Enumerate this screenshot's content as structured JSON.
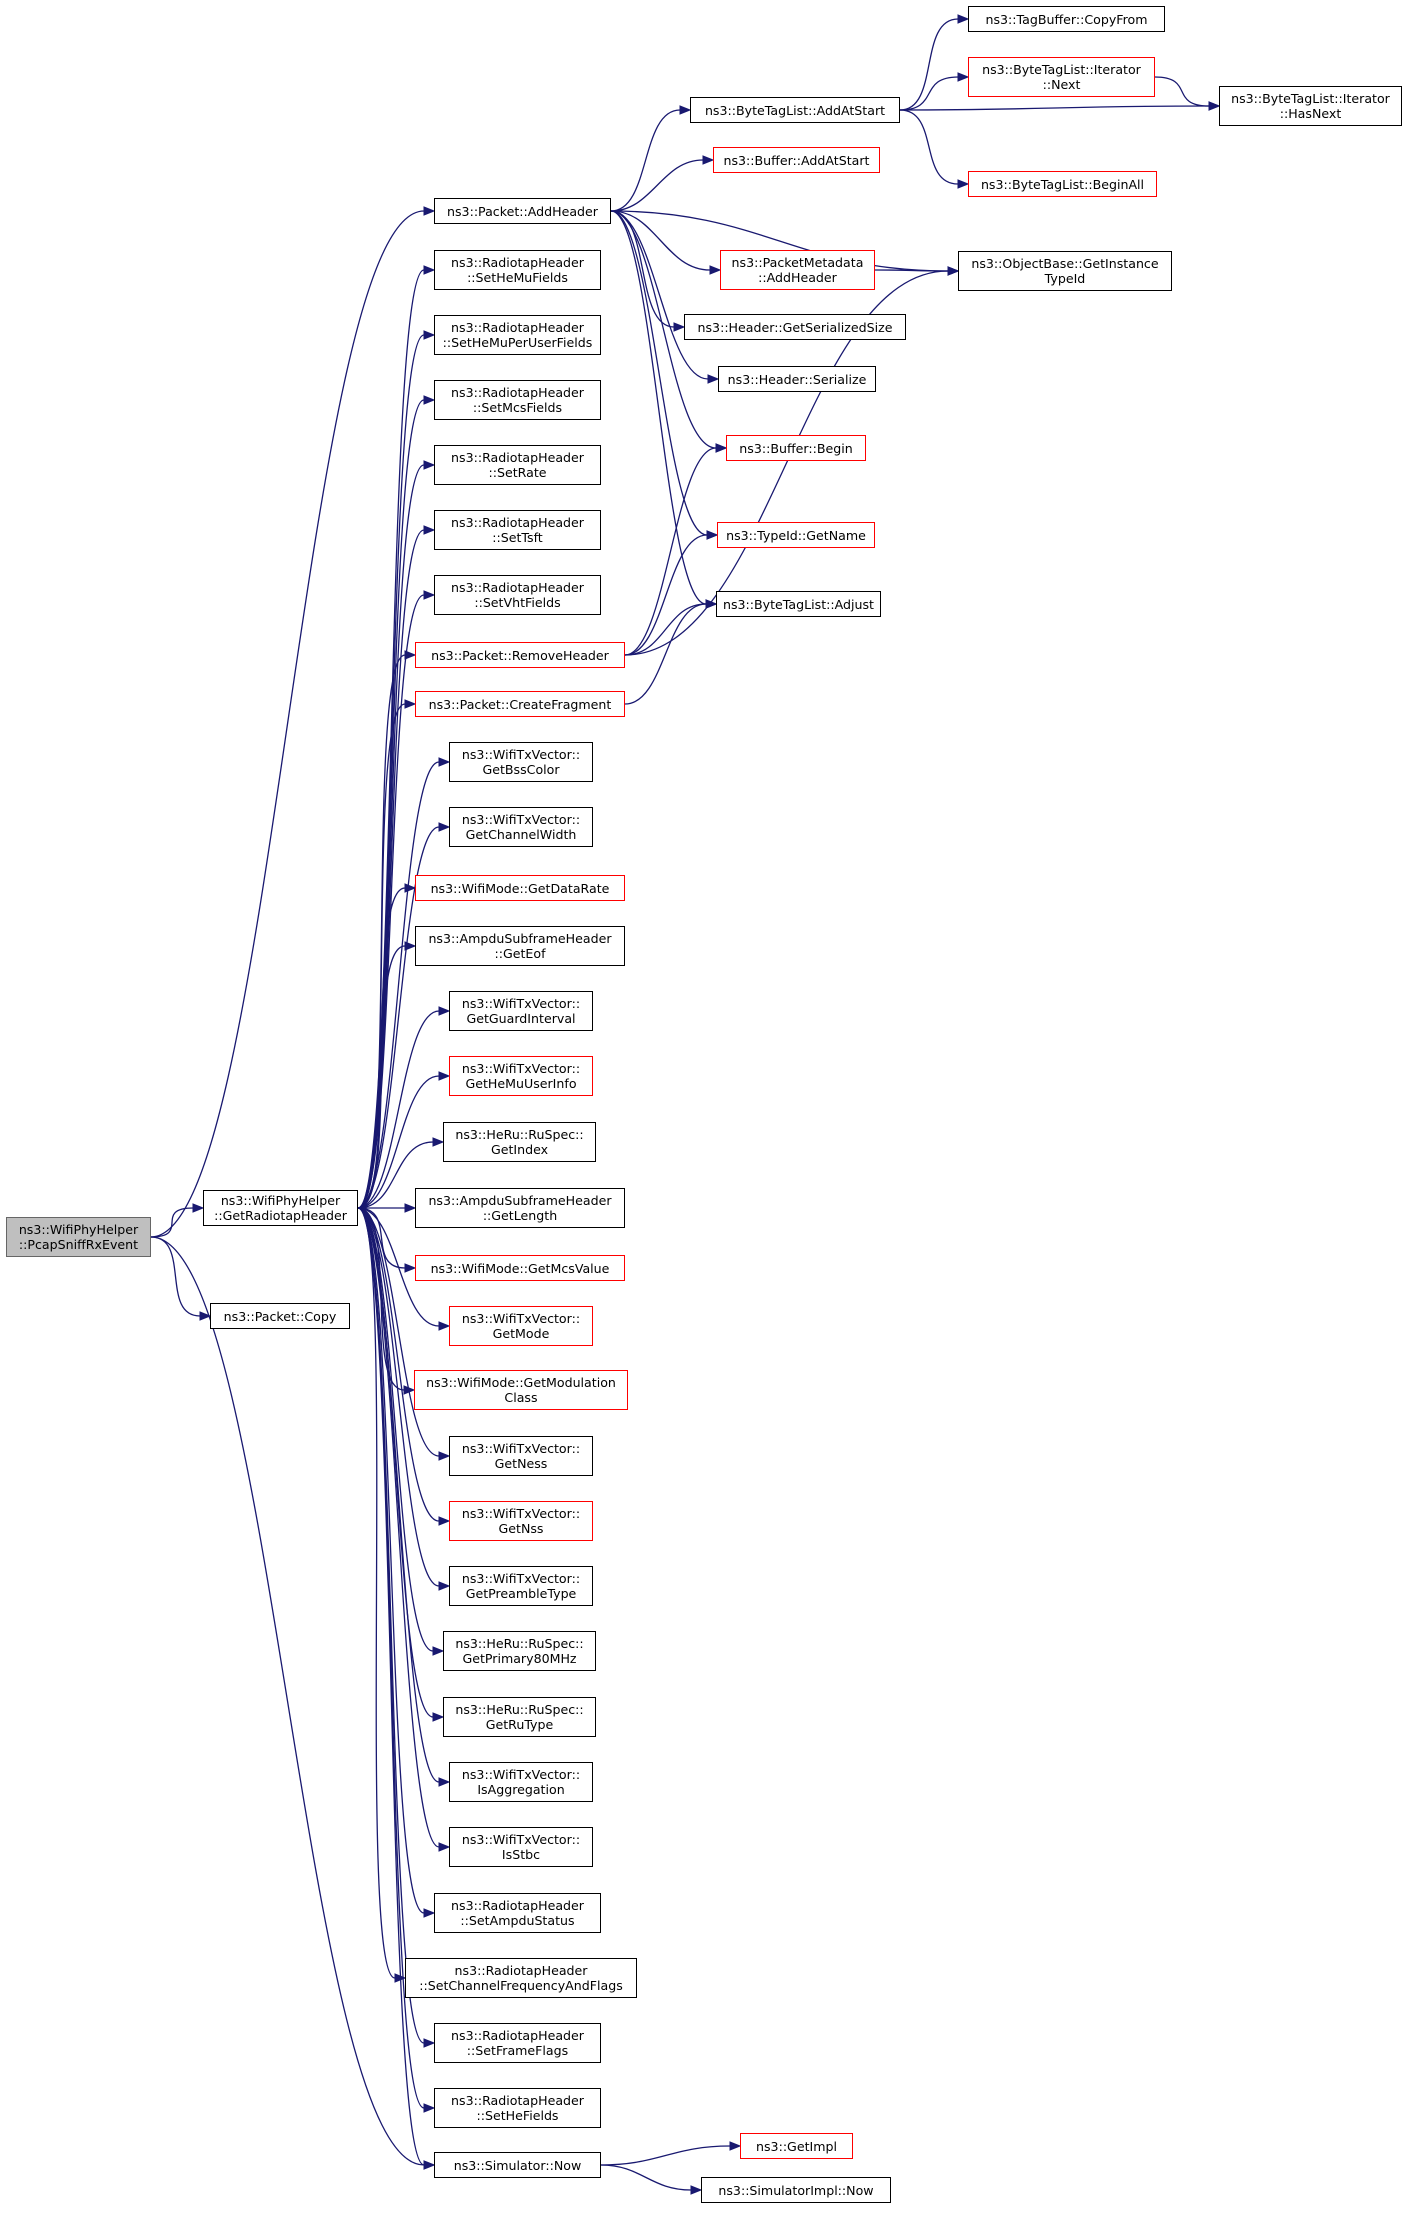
{
  "colors": {
    "edge": "#191970",
    "node_border": "#000000",
    "incomplete_border": "#ff0000",
    "root_fill": "#bfbfbf"
  },
  "nodes": [
    {
      "id": "pcapsniffrxevent",
      "lines": [
        "ns3::WifiPhyHelper",
        "::PcapSniffRxEvent"
      ],
      "style": "root"
    },
    {
      "id": "getradiotapheader",
      "lines": [
        "ns3::WifiPhyHelper",
        "::GetRadiotapHeader"
      ],
      "style": "normal"
    },
    {
      "id": "packet-copy",
      "lines": [
        "ns3::Packet::Copy"
      ],
      "style": "normal"
    },
    {
      "id": "packet-addheader",
      "lines": [
        "ns3::Packet::AddHeader"
      ],
      "style": "normal"
    },
    {
      "id": "bytetaglist-addatstart",
      "lines": [
        "ns3::ByteTagList::AddAtStart"
      ],
      "style": "normal"
    },
    {
      "id": "tagbuffer-copyfrom",
      "lines": [
        "ns3::TagBuffer::CopyFrom"
      ],
      "style": "normal"
    },
    {
      "id": "bytetaglist-iterator-next",
      "lines": [
        "ns3::ByteTagList::Iterator",
        "::Next"
      ],
      "style": "red"
    },
    {
      "id": "bytetaglist-iterator-hasnext",
      "lines": [
        "ns3::ByteTagList::Iterator",
        "::HasNext"
      ],
      "style": "normal"
    },
    {
      "id": "bytetaglist-beginall",
      "lines": [
        "ns3::ByteTagList::BeginAll"
      ],
      "style": "red"
    },
    {
      "id": "buffer-addatstart",
      "lines": [
        "ns3::Buffer::AddAtStart"
      ],
      "style": "red"
    },
    {
      "id": "packetmetadata-addheader",
      "lines": [
        "ns3::PacketMetadata",
        "::AddHeader"
      ],
      "style": "red"
    },
    {
      "id": "objectbase-getinstancetypeid",
      "lines": [
        "ns3::ObjectBase::GetInstance",
        "TypeId"
      ],
      "style": "normal"
    },
    {
      "id": "header-getserializedsize",
      "lines": [
        "ns3::Header::GetSerializedSize"
      ],
      "style": "normal"
    },
    {
      "id": "header-serialize",
      "lines": [
        "ns3::Header::Serialize"
      ],
      "style": "normal"
    },
    {
      "id": "buffer-begin",
      "lines": [
        "ns3::Buffer::Begin"
      ],
      "style": "red"
    },
    {
      "id": "typeid-getname",
      "lines": [
        "ns3::TypeId::GetName"
      ],
      "style": "red"
    },
    {
      "id": "bytetaglist-adjust",
      "lines": [
        "ns3::ByteTagList::Adjust"
      ],
      "style": "normal"
    },
    {
      "id": "radiotap-sethemufields",
      "lines": [
        "ns3::RadiotapHeader",
        "::SetHeMuFields"
      ],
      "style": "normal"
    },
    {
      "id": "radiotap-sethemuperuserfields",
      "lines": [
        "ns3::RadiotapHeader",
        "::SetHeMuPerUserFields"
      ],
      "style": "normal"
    },
    {
      "id": "radiotap-setmcsfields",
      "lines": [
        "ns3::RadiotapHeader",
        "::SetMcsFields"
      ],
      "style": "normal"
    },
    {
      "id": "radiotap-setrate",
      "lines": [
        "ns3::RadiotapHeader",
        "::SetRate"
      ],
      "style": "normal"
    },
    {
      "id": "radiotap-settsft",
      "lines": [
        "ns3::RadiotapHeader",
        "::SetTsft"
      ],
      "style": "normal"
    },
    {
      "id": "radiotap-setvhtfields",
      "lines": [
        "ns3::RadiotapHeader",
        "::SetVhtFields"
      ],
      "style": "normal"
    },
    {
      "id": "packet-removeheader",
      "lines": [
        "ns3::Packet::RemoveHeader"
      ],
      "style": "red"
    },
    {
      "id": "packet-createfragment",
      "lines": [
        "ns3::Packet::CreateFragment"
      ],
      "style": "red"
    },
    {
      "id": "wifitxvector-getbsscolor",
      "lines": [
        "ns3::WifiTxVector::",
        "GetBssColor"
      ],
      "style": "normal"
    },
    {
      "id": "wifitxvector-getchannelwidth",
      "lines": [
        "ns3::WifiTxVector::",
        "GetChannelWidth"
      ],
      "style": "normal"
    },
    {
      "id": "wifimode-getdatarate",
      "lines": [
        "ns3::WifiMode::GetDataRate"
      ],
      "style": "red"
    },
    {
      "id": "ampdusubframeheader-geteof",
      "lines": [
        "ns3::AmpduSubframeHeader",
        "::GetEof"
      ],
      "style": "normal"
    },
    {
      "id": "wifitxvector-getguardinterval",
      "lines": [
        "ns3::WifiTxVector::",
        "GetGuardInterval"
      ],
      "style": "normal"
    },
    {
      "id": "wifitxvector-gethemuuserinfo",
      "lines": [
        "ns3::WifiTxVector::",
        "GetHeMuUserInfo"
      ],
      "style": "red"
    },
    {
      "id": "heru-ruspec-getindex",
      "lines": [
        "ns3::HeRu::RuSpec::",
        "GetIndex"
      ],
      "style": "normal"
    },
    {
      "id": "ampdusubframeheader-getlength",
      "lines": [
        "ns3::AmpduSubframeHeader",
        "::GetLength"
      ],
      "style": "normal"
    },
    {
      "id": "wifimode-getmcsvalue",
      "lines": [
        "ns3::WifiMode::GetMcsValue"
      ],
      "style": "red"
    },
    {
      "id": "wifitxvector-getmode",
      "lines": [
        "ns3::WifiTxVector::",
        "GetMode"
      ],
      "style": "red"
    },
    {
      "id": "wifimode-getmodulationclass",
      "lines": [
        "ns3::WifiMode::GetModulation",
        "Class"
      ],
      "style": "red"
    },
    {
      "id": "wifitxvector-getness",
      "lines": [
        "ns3::WifiTxVector::",
        "GetNess"
      ],
      "style": "normal"
    },
    {
      "id": "wifitxvector-getnss",
      "lines": [
        "ns3::WifiTxVector::",
        "GetNss"
      ],
      "style": "red"
    },
    {
      "id": "wifitxvector-getpreambletype",
      "lines": [
        "ns3::WifiTxVector::",
        "GetPreambleType"
      ],
      "style": "normal"
    },
    {
      "id": "heru-ruspec-getprimary80mhz",
      "lines": [
        "ns3::HeRu::RuSpec::",
        "GetPrimary80MHz"
      ],
      "style": "normal"
    },
    {
      "id": "heru-ruspec-getrutype",
      "lines": [
        "ns3::HeRu::RuSpec::",
        "GetRuType"
      ],
      "style": "normal"
    },
    {
      "id": "wifitxvector-isaggregation",
      "lines": [
        "ns3::WifiTxVector::",
        "IsAggregation"
      ],
      "style": "normal"
    },
    {
      "id": "wifitxvector-isstbc",
      "lines": [
        "ns3::WifiTxVector::",
        "IsStbc"
      ],
      "style": "normal"
    },
    {
      "id": "radiotap-setampdustatus",
      "lines": [
        "ns3::RadiotapHeader",
        "::SetAmpduStatus"
      ],
      "style": "normal"
    },
    {
      "id": "radiotap-setchannelfrequencyandflags",
      "lines": [
        "ns3::RadiotapHeader",
        "::SetChannelFrequencyAndFlags"
      ],
      "style": "normal"
    },
    {
      "id": "radiotap-setframeflags",
      "lines": [
        "ns3::RadiotapHeader",
        "::SetFrameFlags"
      ],
      "style": "normal"
    },
    {
      "id": "radiotap-sethefields",
      "lines": [
        "ns3::RadiotapHeader",
        "::SetHeFields"
      ],
      "style": "normal"
    },
    {
      "id": "simulator-now",
      "lines": [
        "ns3::Simulator::Now"
      ],
      "style": "normal"
    },
    {
      "id": "getimpl",
      "lines": [
        "ns3::GetImpl"
      ],
      "style": "red"
    },
    {
      "id": "simulatorimpl-now",
      "lines": [
        "ns3::SimulatorImpl::Now"
      ],
      "style": "normal"
    }
  ],
  "edges": [
    [
      "pcapsniffrxevent",
      "getradiotapheader"
    ],
    [
      "pcapsniffrxevent",
      "packet-copy"
    ],
    [
      "pcapsniffrxevent",
      "packet-addheader"
    ],
    [
      "pcapsniffrxevent",
      "simulator-now"
    ],
    [
      "packet-addheader",
      "bytetaglist-addatstart"
    ],
    [
      "packet-addheader",
      "buffer-addatstart"
    ],
    [
      "packet-addheader",
      "packetmetadata-addheader"
    ],
    [
      "packet-addheader",
      "objectbase-getinstancetypeid"
    ],
    [
      "packet-addheader",
      "header-getserializedsize"
    ],
    [
      "packet-addheader",
      "header-serialize"
    ],
    [
      "packet-addheader",
      "buffer-begin"
    ],
    [
      "packet-addheader",
      "typeid-getname"
    ],
    [
      "packet-addheader",
      "bytetaglist-adjust"
    ],
    [
      "bytetaglist-addatstart",
      "tagbuffer-copyfrom"
    ],
    [
      "bytetaglist-addatstart",
      "bytetaglist-iterator-next"
    ],
    [
      "bytetaglist-addatstart",
      "bytetaglist-iterator-hasnext"
    ],
    [
      "bytetaglist-addatstart",
      "bytetaglist-beginall"
    ],
    [
      "bytetaglist-iterator-next",
      "bytetaglist-iterator-hasnext"
    ],
    [
      "packetmetadata-addheader",
      "objectbase-getinstancetypeid"
    ],
    [
      "packet-removeheader",
      "buffer-begin"
    ],
    [
      "packet-removeheader",
      "typeid-getname"
    ],
    [
      "packet-removeheader",
      "bytetaglist-adjust"
    ],
    [
      "packet-removeheader",
      "objectbase-getinstancetypeid"
    ],
    [
      "packet-createfragment",
      "bytetaglist-adjust"
    ],
    [
      "simulator-now",
      "getimpl"
    ],
    [
      "simulator-now",
      "simulatorimpl-now"
    ],
    [
      "getradiotapheader",
      "radiotap-sethemufields"
    ],
    [
      "getradiotapheader",
      "radiotap-sethemuperuserfields"
    ],
    [
      "getradiotapheader",
      "radiotap-setmcsfields"
    ],
    [
      "getradiotapheader",
      "radiotap-setrate"
    ],
    [
      "getradiotapheader",
      "radiotap-settsft"
    ],
    [
      "getradiotapheader",
      "radiotap-setvhtfields"
    ],
    [
      "getradiotapheader",
      "packet-removeheader"
    ],
    [
      "getradiotapheader",
      "packet-createfragment"
    ],
    [
      "getradiotapheader",
      "wifitxvector-getbsscolor"
    ],
    [
      "getradiotapheader",
      "wifitxvector-getchannelwidth"
    ],
    [
      "getradiotapheader",
      "wifimode-getdatarate"
    ],
    [
      "getradiotapheader",
      "ampdusubframeheader-geteof"
    ],
    [
      "getradiotapheader",
      "wifitxvector-getguardinterval"
    ],
    [
      "getradiotapheader",
      "wifitxvector-gethemuuserinfo"
    ],
    [
      "getradiotapheader",
      "heru-ruspec-getindex"
    ],
    [
      "getradiotapheader",
      "ampdusubframeheader-getlength"
    ],
    [
      "getradiotapheader",
      "wifimode-getmcsvalue"
    ],
    [
      "getradiotapheader",
      "wifitxvector-getmode"
    ],
    [
      "getradiotapheader",
      "wifimode-getmodulationclass"
    ],
    [
      "getradiotapheader",
      "wifitxvector-getness"
    ],
    [
      "getradiotapheader",
      "wifitxvector-getnss"
    ],
    [
      "getradiotapheader",
      "wifitxvector-getpreambletype"
    ],
    [
      "getradiotapheader",
      "heru-ruspec-getprimary80mhz"
    ],
    [
      "getradiotapheader",
      "heru-ruspec-getrutype"
    ],
    [
      "getradiotapheader",
      "wifitxvector-isaggregation"
    ],
    [
      "getradiotapheader",
      "wifitxvector-isstbc"
    ],
    [
      "getradiotapheader",
      "radiotap-setampdustatus"
    ],
    [
      "getradiotapheader",
      "radiotap-setchannelfrequencyandflags"
    ],
    [
      "getradiotapheader",
      "radiotap-setframeflags"
    ],
    [
      "getradiotapheader",
      "radiotap-sethefields"
    ],
    [
      "getradiotapheader",
      "simulator-now"
    ]
  ]
}
